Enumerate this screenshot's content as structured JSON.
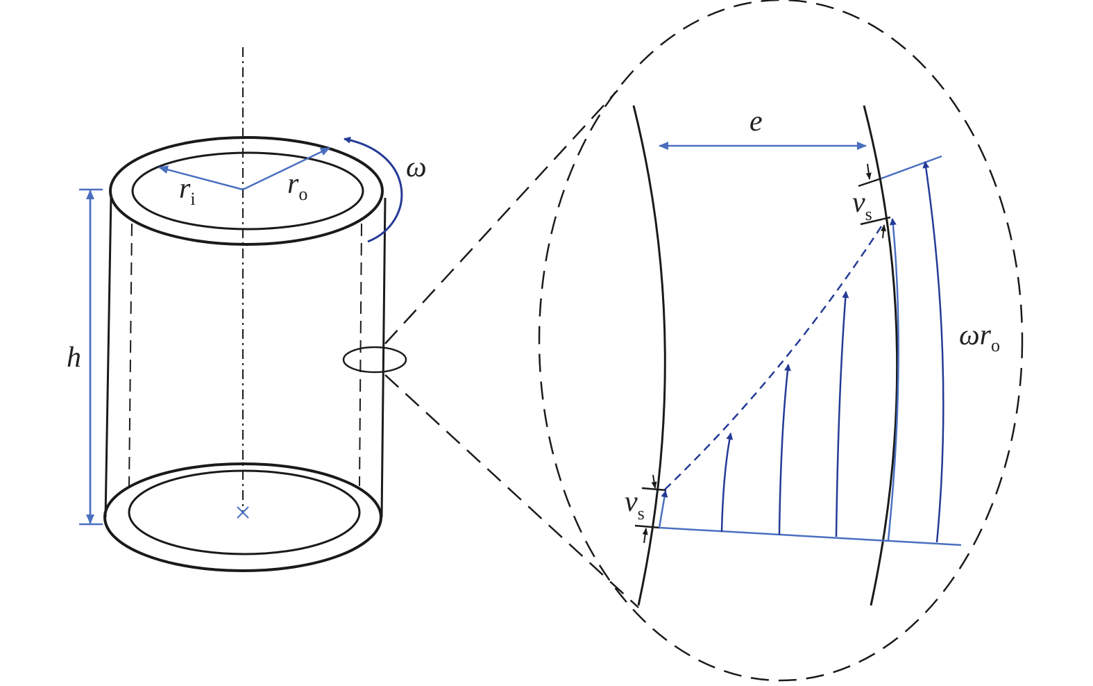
{
  "colors": {
    "line": "#1a1a1a",
    "blue_light": "#4a6fc0",
    "blue_dark": "#243a96"
  },
  "labels": {
    "r_inner": {
      "main": "r",
      "sub": "i"
    },
    "r_outer": {
      "main": "r",
      "sub": "o"
    },
    "omega": "ω",
    "height": "h",
    "gap": "e",
    "slip_top": {
      "main": "v",
      "sub": "s"
    },
    "slip_bottom": {
      "main": "v",
      "sub": "s"
    },
    "wall_speed": {
      "main": "ωr",
      "sub": "o"
    }
  }
}
